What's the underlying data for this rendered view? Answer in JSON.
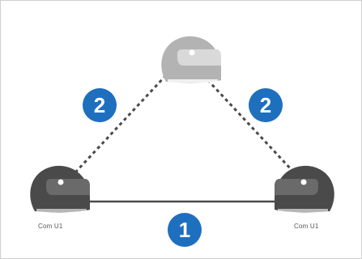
{
  "colors": {
    "helmet_dark": "#4a4a4a",
    "helmet_light": "#b3b3b3",
    "badge_blue": "#1f6fbf",
    "line": "#4a4a4a"
  },
  "icons": {
    "top_helmet": "helmet-icon",
    "left_helmet": "helmet-icon",
    "right_helmet": "helmet-icon"
  },
  "labels": {
    "left_helmet": "Com U1",
    "right_helmet": "Com U1"
  },
  "badges": {
    "left_pair": "2",
    "right_pair": "2",
    "bottom_link": "1"
  }
}
